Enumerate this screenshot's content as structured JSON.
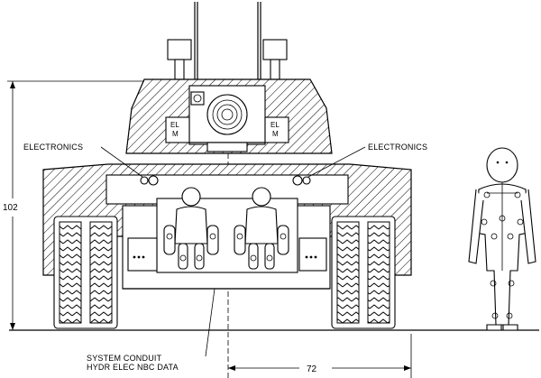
{
  "labels": {
    "electronics_left": "ELECTRONICS",
    "electronics_right": "ELECTRONICS",
    "elm_left_line1": "EL",
    "elm_left_line2": "M",
    "elm_right_line1": "EL",
    "elm_right_line2": "M",
    "conduit_line1": "SYSTEM CONDUIT",
    "conduit_line2": "HYDR ELEC NBC DATA"
  },
  "dimensions": {
    "height_value": "102",
    "width_value": "72"
  }
}
